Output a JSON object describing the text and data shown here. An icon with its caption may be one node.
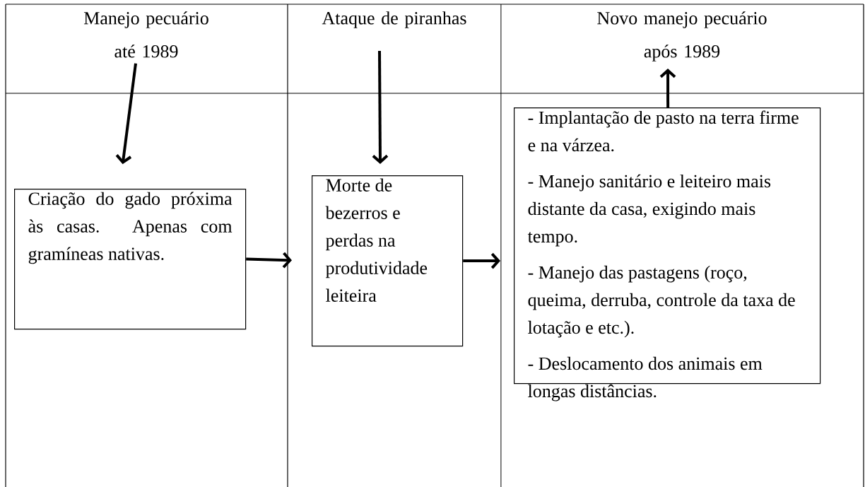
{
  "diagram": {
    "nodes": [
      {
        "text": [
          "Manejo pecuário",
          "até 1989"
        ]
      },
      {
        "text": [
          "Ataque de piranhas"
        ]
      },
      {
        "text": [
          "Novo manejo pecuário",
          "após 1989"
        ]
      },
      {
        "text": [
          "Criação do gado próxima às casas. Apenas com gramíneas nativas."
        ]
      },
      {
        "text": [
          "Morte de bezerros e perdas na produtividade leiteira"
        ]
      },
      {
        "text": [
          "- Implantação de pasto na terra firme e na várzea.",
          "- Manejo sanitário e leiteiro mais distante da casa, exigindo mais tempo.",
          "- Manejo das pastagens (roço, queima, derruba, controle da taxa de lotação e etc.).",
          "- Deslocamento dos animais em longas distâncias."
        ]
      }
    ],
    "edges": [
      {
        "from": 0,
        "to": 3,
        "arrow": "to"
      },
      {
        "from": 1,
        "to": 4,
        "arrow": "to"
      },
      {
        "from": 3,
        "to": 4,
        "arrow": "to"
      },
      {
        "from": 4,
        "to": 5,
        "arrow": "to"
      },
      {
        "from": 5,
        "to": 2,
        "arrow": "to"
      }
    ]
  }
}
